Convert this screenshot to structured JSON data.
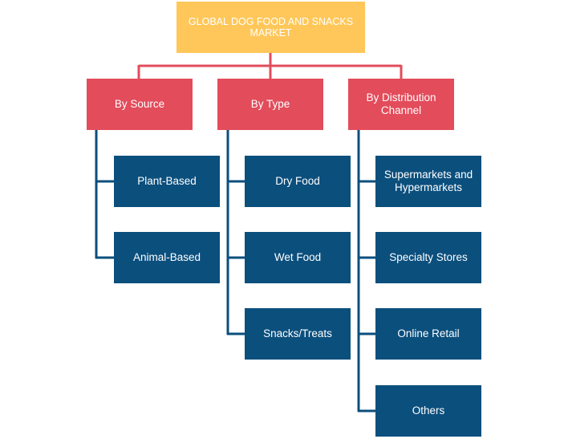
{
  "root": {
    "label": "GLOBAL DOG FOOD AND SNACKS MARKET"
  },
  "categories": [
    {
      "label": "By Source",
      "items": [
        "Plant-Based",
        "Animal-Based"
      ]
    },
    {
      "label": "By Type",
      "items": [
        "Dry Food",
        "Wet Food",
        "Snacks/Treats"
      ]
    },
    {
      "label": "By Distribution Channel",
      "items": [
        "Supermarkets and Hypermarkets",
        "Specialty Stores",
        "Online Retail",
        "Others"
      ]
    }
  ],
  "colors": {
    "root": "#ffc75a",
    "category": "#e34c5b",
    "leaf": "#0b4f7d",
    "text": "#ffffff"
  }
}
